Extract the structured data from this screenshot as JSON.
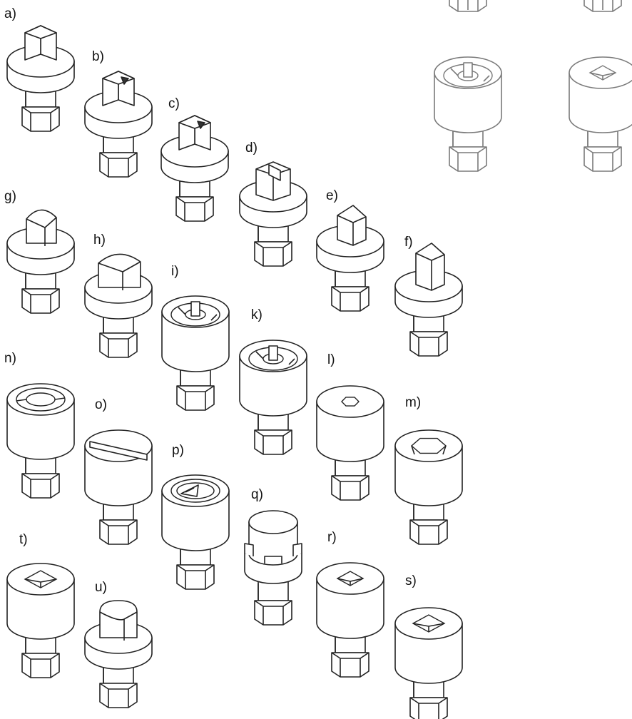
{
  "figure": {
    "ink_color": "#222222",
    "faded_ink_color": "#7a7a7a",
    "background": "#ffffff"
  },
  "parts": [
    {
      "key": "a",
      "label": "a)",
      "head": "square-pin"
    },
    {
      "key": "b",
      "label": "b)",
      "head": "square-pin-triangle-mark"
    },
    {
      "key": "c",
      "label": "c)",
      "head": "square-pin-triangle-mark"
    },
    {
      "key": "d",
      "label": "d)",
      "head": "slotted-block"
    },
    {
      "key": "e",
      "label": "e)",
      "head": "triangular-pin"
    },
    {
      "key": "f",
      "label": "f)",
      "head": "triangular-pin-tall"
    },
    {
      "key": "g",
      "label": "g)",
      "head": "rounded-triangular-pin"
    },
    {
      "key": "h",
      "label": "h)",
      "head": "wide-rounded-triangular-pin"
    },
    {
      "key": "i",
      "label": "i)",
      "head": "ring-socket-with-center-pin"
    },
    {
      "key": "k",
      "label": "k)",
      "head": "ring-socket-with-center-pin"
    },
    {
      "key": "l",
      "label": "l)",
      "head": "small-hex-socket"
    },
    {
      "key": "m",
      "label": "m)",
      "head": "large-hex-socket"
    },
    {
      "key": "n",
      "label": "n)",
      "head": "annular-groove-socket"
    },
    {
      "key": "o",
      "label": "o)",
      "head": "straight-slot"
    },
    {
      "key": "p",
      "label": "p)",
      "head": "ring-socket-with-triangle"
    },
    {
      "key": "q",
      "label": "q)",
      "head": "castellated-head"
    },
    {
      "key": "r",
      "label": "r)",
      "head": "square-socket"
    },
    {
      "key": "s",
      "label": "s)",
      "head": "large-square-socket"
    },
    {
      "key": "t",
      "label": "t)",
      "head": "square-socket-deep"
    },
    {
      "key": "u",
      "label": "u)",
      "head": "rounded-square-pin"
    }
  ],
  "faded_parts": [
    {
      "key": "extra-1",
      "head": "ring-socket-with-center-pin"
    },
    {
      "key": "extra-2",
      "head": "square-socket"
    },
    {
      "key": "extra-3",
      "head": "cut-off-top"
    },
    {
      "key": "extra-4",
      "head": "cut-off-top"
    }
  ]
}
